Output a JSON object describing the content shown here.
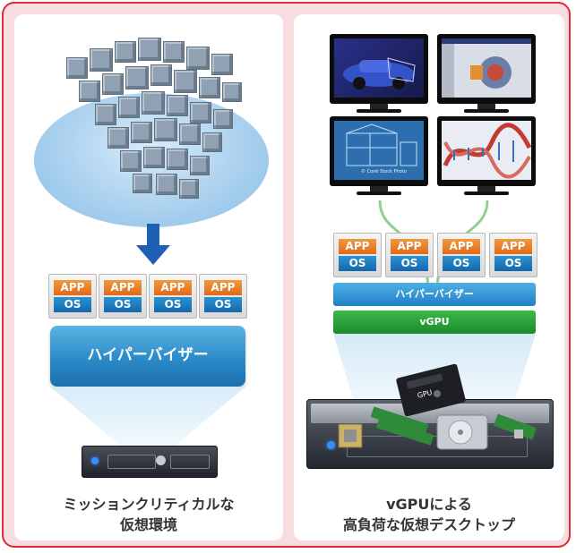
{
  "left_panel": {
    "vm_boxes": [
      {
        "app": "APP",
        "os": "OS"
      },
      {
        "app": "APP",
        "os": "OS"
      },
      {
        "app": "APP",
        "os": "OS"
      },
      {
        "app": "APP",
        "os": "OS"
      }
    ],
    "hypervisor_label": "ハイパーバイザー",
    "caption_line1": "ミッションクリティカルな",
    "caption_line2": "仮想環境"
  },
  "right_panel": {
    "monitor_watermark": "© Corel Stock Photo",
    "vm_boxes": [
      {
        "app": "APP",
        "os": "OS"
      },
      {
        "app": "APP",
        "os": "OS"
      },
      {
        "app": "APP",
        "os": "OS"
      },
      {
        "app": "APP",
        "os": "OS"
      }
    ],
    "hypervisor_label": "ハイパーバイザー",
    "vgpu_label": "vGPU",
    "gpu_card_label": "GPU",
    "caption_line1": "vGPUによる",
    "caption_line2": "高負荷な仮想デスクトップ"
  },
  "colors": {
    "frame_border": "#e02a37",
    "frame_fill": "#f7dde0",
    "app_orange": "#de6a1a",
    "os_blue": "#1567ad",
    "hypervisor_blue": "#2a8bc9",
    "vgpu_green": "#1c8b2d",
    "cable_green": "#8fd18a"
  }
}
